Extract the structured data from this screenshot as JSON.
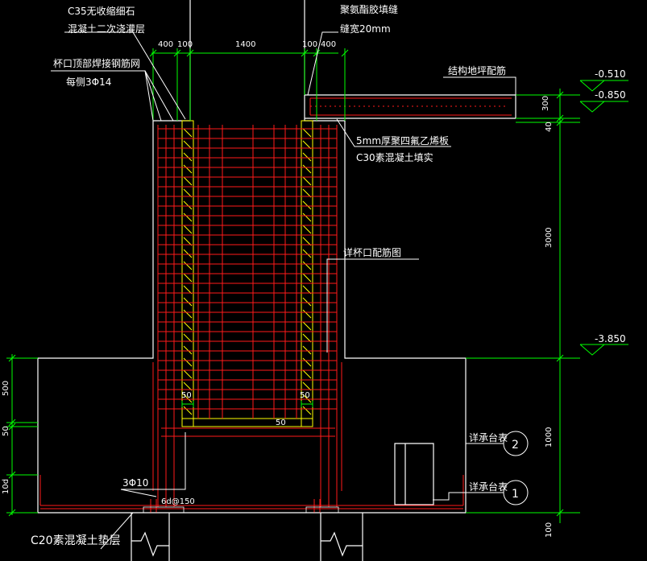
{
  "colors": {
    "background": "#000000",
    "outline": "#ffffff",
    "rebar": "#ff1a1a",
    "dimension": "#00ff00",
    "fill_concrete": "#ffff00",
    "text": "#ffffff"
  },
  "annotations": {
    "c35_line1": "C35无收缩细石",
    "c35_line2": "混凝土二次浇灌层",
    "cup_mesh_line1": "杯口顶部焊接钢筋网",
    "cup_mesh_line2": "每侧3Φ14",
    "sealant_line1": "聚氨酯胶填缝",
    "sealant_line2": "缝宽20mm",
    "slab_rebar": "结构地坪配筋",
    "foam_line1": "5mm厚聚四氟乙烯板",
    "foam_line2": "C30素混凝土填实",
    "cup_rebar_ref": "详杯口配筋图",
    "rebar_3phi10": "3Φ10",
    "spacing_6d": "6d@150",
    "cushion": "C20素混凝土垫层",
    "pile_cap_ref_2": "详承台表",
    "pile_cap_ref_1": "详承台表",
    "callout_2": "2",
    "callout_1": "1",
    "inner_50_left": "50",
    "inner_50_right": "50",
    "bottom_50": "50"
  },
  "dimensions": {
    "top_400_left": "400",
    "top_100_left": "100",
    "top_1400": "1400",
    "top_100_right": "100",
    "top_400_right": "400",
    "right_300": "300",
    "right_40": "40",
    "right_3000": "3000",
    "right_1000": "1000",
    "right_100": "100",
    "left_500": "500",
    "left_50": "50",
    "left_10d": "10d"
  },
  "elevations": {
    "el_0510": "-0.510",
    "el_0850": "-0.850",
    "el_3850": "-3.850"
  }
}
